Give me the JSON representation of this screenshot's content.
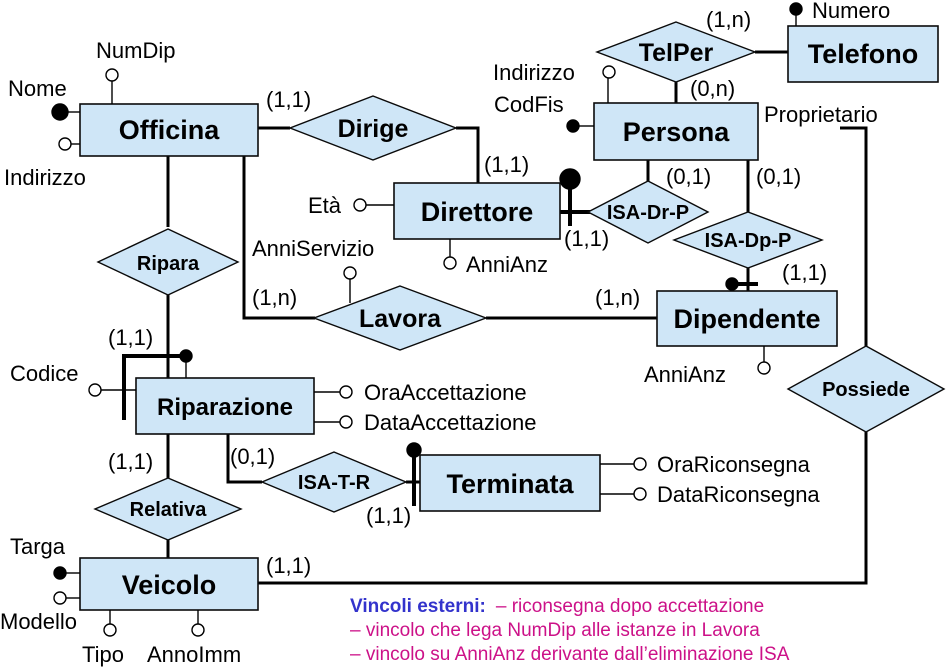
{
  "entities": {
    "officina": "Officina",
    "persona": "Persona",
    "telefono": "Telefono",
    "direttore": "Direttore",
    "dipendente": "Dipendente",
    "riparazione": "Riparazione",
    "terminata": "Terminata",
    "veicolo": "Veicolo"
  },
  "relationships": {
    "telper": "TelPer",
    "dirige": "Dirige",
    "isa_dr_p": "ISA-Dr-P",
    "isa_dp_p": "ISA-Dp-P",
    "ripara": "Ripara",
    "lavora": "Lavora",
    "possiede": "Possiede",
    "isa_t_r": "ISA-T-R",
    "relativa": "Relativa"
  },
  "attributes": {
    "numero": "Numero",
    "numdip": "NumDip",
    "nome": "Nome",
    "indirizzo_officina": "Indirizzo",
    "indirizzo_persona": "Indirizzo",
    "codfis": "CodFis",
    "eta": "Età",
    "anniservizio": "AnniServizio",
    "annianz_direttore": "AnniAnz",
    "annianz_dipendente": "AnniAnz",
    "codice": "Codice",
    "ora_accettazione": "OraAccettazione",
    "data_accettazione": "DataAccettazione",
    "ora_riconsegna": "OraRiconsegna",
    "data_riconsegna": "DataRiconsegna",
    "targa": "Targa",
    "modello": "Modello",
    "tipo": "Tipo",
    "annoimm": "AnnoImm"
  },
  "cardinalities": {
    "telper_telefono": "(1,n)",
    "telper_persona": "(0,n)",
    "dirige_officina": "(1,1)",
    "dirige_direttore": "(1,1)",
    "isa_dr_p_persona": "(0,1)",
    "isa_dr_p_direttore": "(1,1)",
    "isa_dp_p_persona": "(0,1)",
    "isa_dp_p_dipendente": "(1,1)",
    "lavora_officina": "(1,n)",
    "lavora_dipendente": "(1,n)",
    "ripara_riparazione": "(1,1)",
    "relativa_riparazione": "(1,1)",
    "isa_t_r_riparazione": "(0,1)",
    "isa_t_r_terminata": "(1,1)",
    "possiede_veicolo": "(1,1)"
  },
  "roles": {
    "proprietario": "Proprietario"
  },
  "notes": {
    "heading": "Vincoli esterni:",
    "line1": "– riconsegna dopo accettazione",
    "line2": "– vincolo che lega NumDip alle istanze in Lavora",
    "line3": "– vincolo su AnniAnz derivante dall’eliminazione ISA"
  }
}
